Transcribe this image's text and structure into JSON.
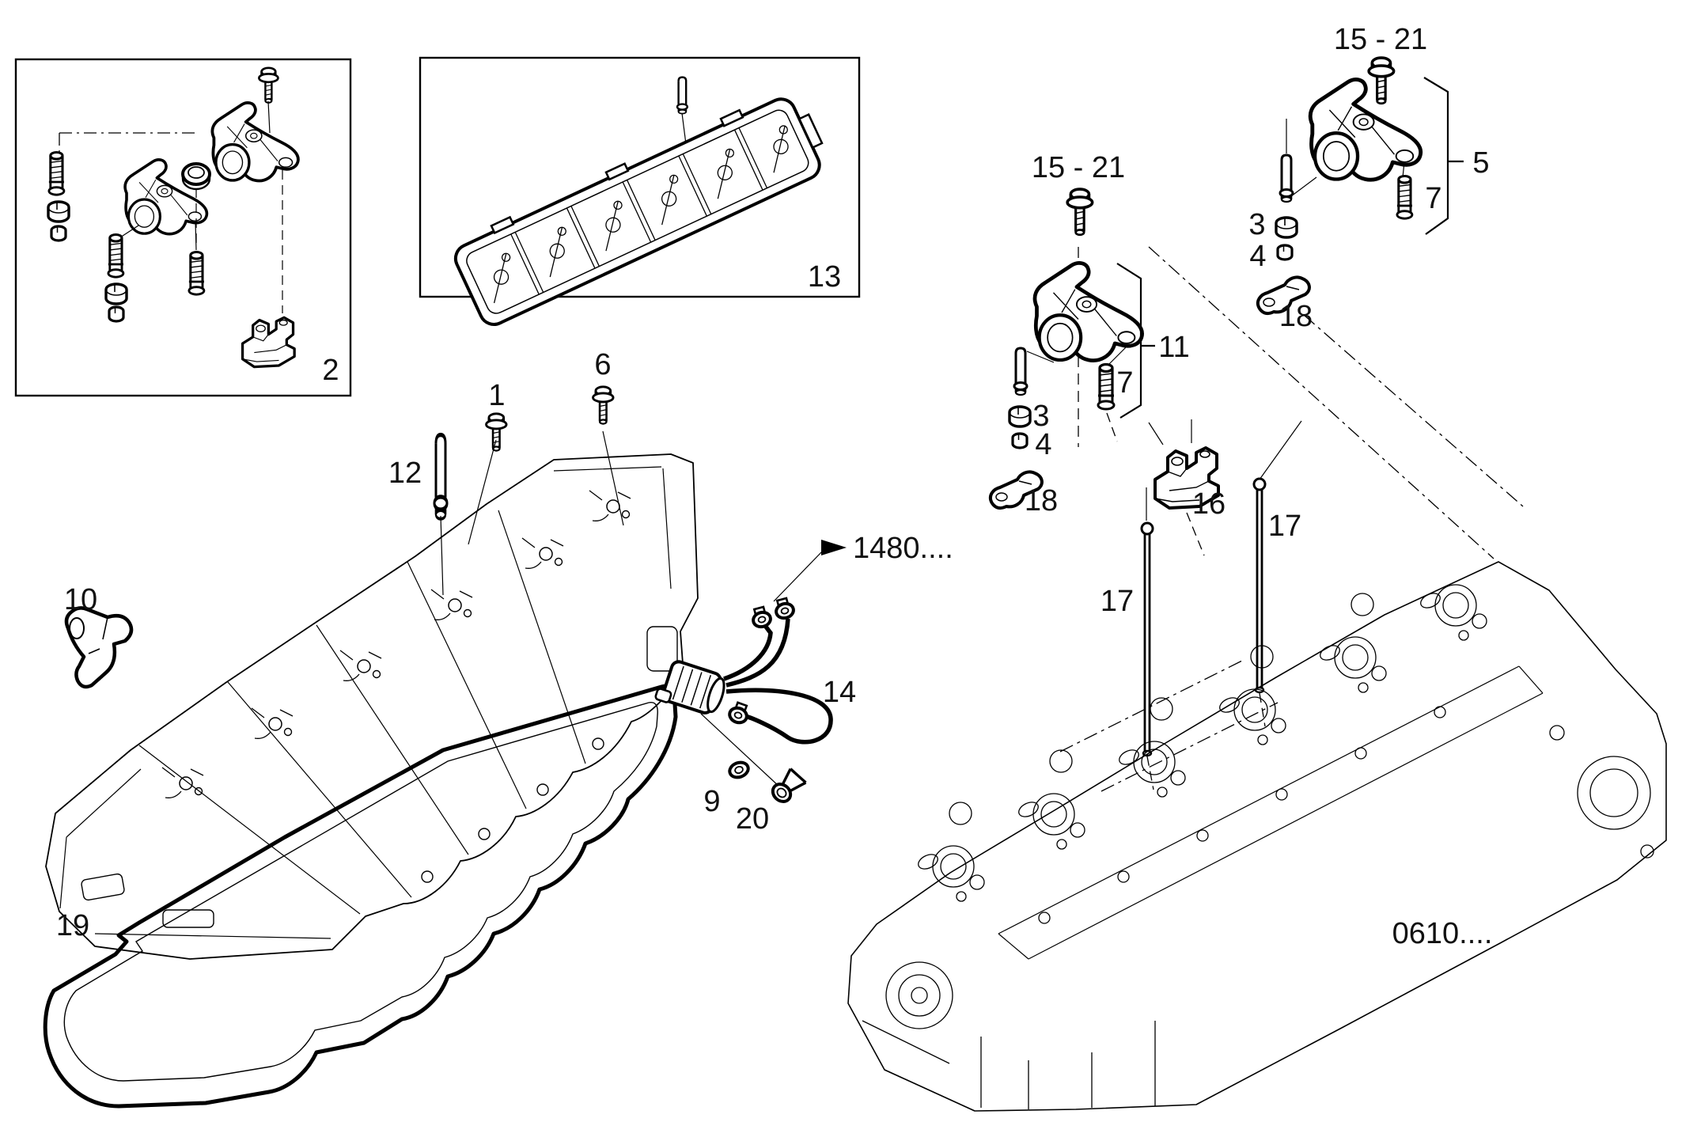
{
  "page": {
    "background": "#ffffff",
    "ink": "#000000",
    "type": "exploded-parts-diagram",
    "subject": "cylinder head cover, rocker arms and cylinder head"
  },
  "callouts": {
    "part1": "1",
    "part2": "2",
    "part3_mid": "3",
    "part3_right": "3",
    "part4_mid": "4",
    "part4_right": "4",
    "part5": "5",
    "part6": "6",
    "part7_top": "7",
    "part7_mid": "7",
    "part9": "9",
    "part10": "10",
    "part11": "11",
    "part12": "12",
    "part13": "13",
    "part14": "14",
    "part16": "16",
    "part17_left": "17",
    "part17_right": "17",
    "part18_mid": "18",
    "part18_right": "18",
    "part19": "19",
    "part20": "20",
    "range_top": "15 - 21",
    "range_mid": "15 - 21",
    "ref_harness": "1480....",
    "ref_head": "0610...."
  }
}
